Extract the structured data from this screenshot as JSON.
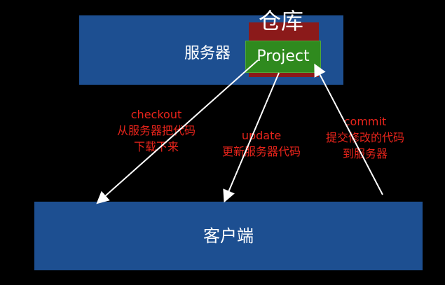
{
  "server": {
    "label": "服务器"
  },
  "repository": {
    "label": "仓库",
    "project_label": "Project"
  },
  "client": {
    "label": "客户端"
  },
  "operations": {
    "checkout": {
      "line1": "checkout",
      "line2": "从服务器把代码",
      "line3": "下载下来"
    },
    "update": {
      "line1": "update",
      "line2": "更新服务器代码"
    },
    "commit": {
      "line1": "commit",
      "line2": "提交修改的代码",
      "line3": "到服务器"
    }
  },
  "colors": {
    "background": "#000000",
    "box_blue": "#1d4f91",
    "repository_red": "#8b1a1a",
    "project_green": "#2f8a1e",
    "annotation_red": "#e8241b",
    "arrow_white": "#ffffff"
  }
}
